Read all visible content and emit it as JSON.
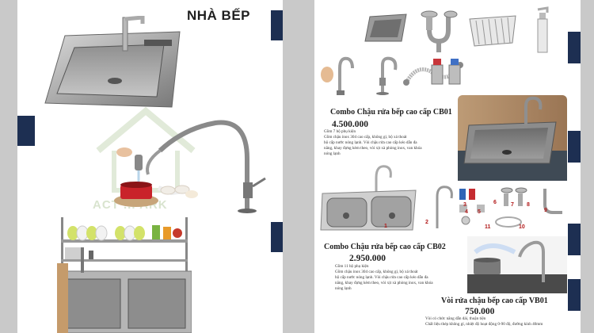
{
  "left_page": {
    "title": "NHÀ BẾP",
    "watermark": "ACT ... ARK"
  },
  "combo1": {
    "title": "Combo Chậu rửa bếp cao cấp CB01",
    "price": "4.500.000",
    "desc": [
      "Gồm 7 bộ phụ kiện",
      "Gồm chậu inox 304 cao cấp, không gỉ, bộ xả thoát",
      "bộ cấp nước nóng lạnh. Vòi chậu rửa cao cấp kéo dẫn đa",
      "năng, khay đựng kèm theo, vòi xịt xà phòng inox, van khóa",
      "nóng lạnh"
    ]
  },
  "combo2": {
    "title": "Combo Chậu rửa bếp cao cấp CB02",
    "price": "2.950.000",
    "desc": [
      "Gồm 11 bộ phụ kiện",
      "Gồm chậu inox 304 cao cấp, không gỉ, bộ xả thoát",
      "bộ cấp nước nóng lạnh. Vòi chậu rửa cao cấp kéo dẫn đa",
      "năng, khay đựng kèm theo, vòi xịt xà phòng inox, van khóa",
      "nóng lạnh"
    ],
    "accessory_numbers": [
      "1",
      "2",
      "3",
      "4",
      "5",
      "6",
      "7",
      "8",
      "9",
      "10",
      "11"
    ]
  },
  "faucet": {
    "title": "Vòi rửa chậu bếp cao cấp VB01",
    "price": "750.000",
    "desc": [
      "Vòi có chức năng dẫn dài, thuận tiện",
      "Chất liệu thép không gỉ, nhiệt độ hoạt động 0-90 độ, đường kính 40mm"
    ]
  },
  "colors": {
    "navy": "#1d2f52",
    "page": "#ffffff",
    "background": "#c9c9c9"
  }
}
